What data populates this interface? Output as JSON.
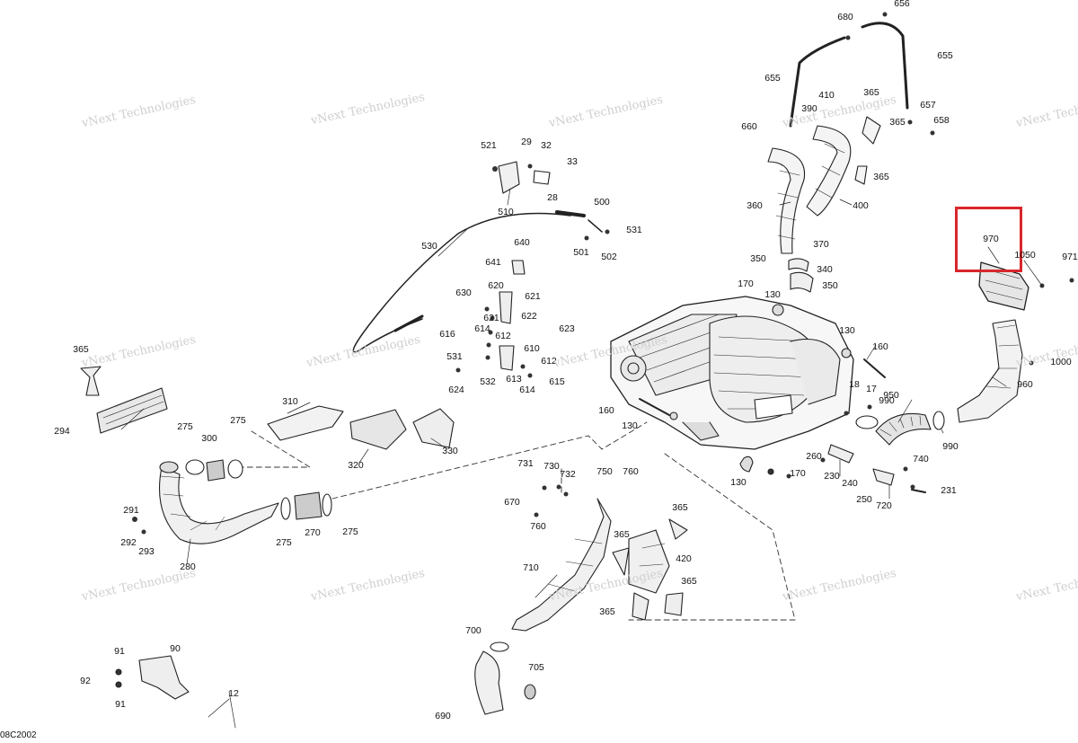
{
  "diagram": {
    "reference_code": "08C2002",
    "watermark_text": "vNext Technologies",
    "highlight_color": "#d9262c",
    "highlighted_part": "970",
    "callouts": [
      "680",
      "656",
      "655",
      "655",
      "410",
      "365",
      "390",
      "365",
      "660",
      "657",
      "658",
      "365",
      "360",
      "400",
      "370",
      "350",
      "340",
      "350",
      "170",
      "130",
      "130",
      "160",
      "18",
      "17",
      "990",
      "950",
      "990",
      "960",
      "1000",
      "970",
      "1050",
      "971",
      "160",
      "130",
      "260",
      "230",
      "240",
      "250",
      "720",
      "740",
      "231",
      "170",
      "130",
      "521",
      "29",
      "32",
      "33",
      "28",
      "510",
      "500",
      "531",
      "501",
      "502",
      "530",
      "640",
      "641",
      "620",
      "630",
      "621",
      "621",
      "622",
      "623",
      "616",
      "614",
      "612",
      "610",
      "531",
      "612",
      "532",
      "613",
      "614",
      "615",
      "624",
      "365",
      "294",
      "310",
      "320",
      "330",
      "275",
      "300",
      "275",
      "291",
      "292",
      "293",
      "280",
      "275",
      "270",
      "275",
      "731",
      "730",
      "732",
      "670",
      "760",
      "750",
      "760",
      "365",
      "365",
      "420",
      "710",
      "365",
      "365",
      "700",
      "705",
      "690",
      "91",
      "90",
      "92",
      "91",
      "12"
    ]
  }
}
